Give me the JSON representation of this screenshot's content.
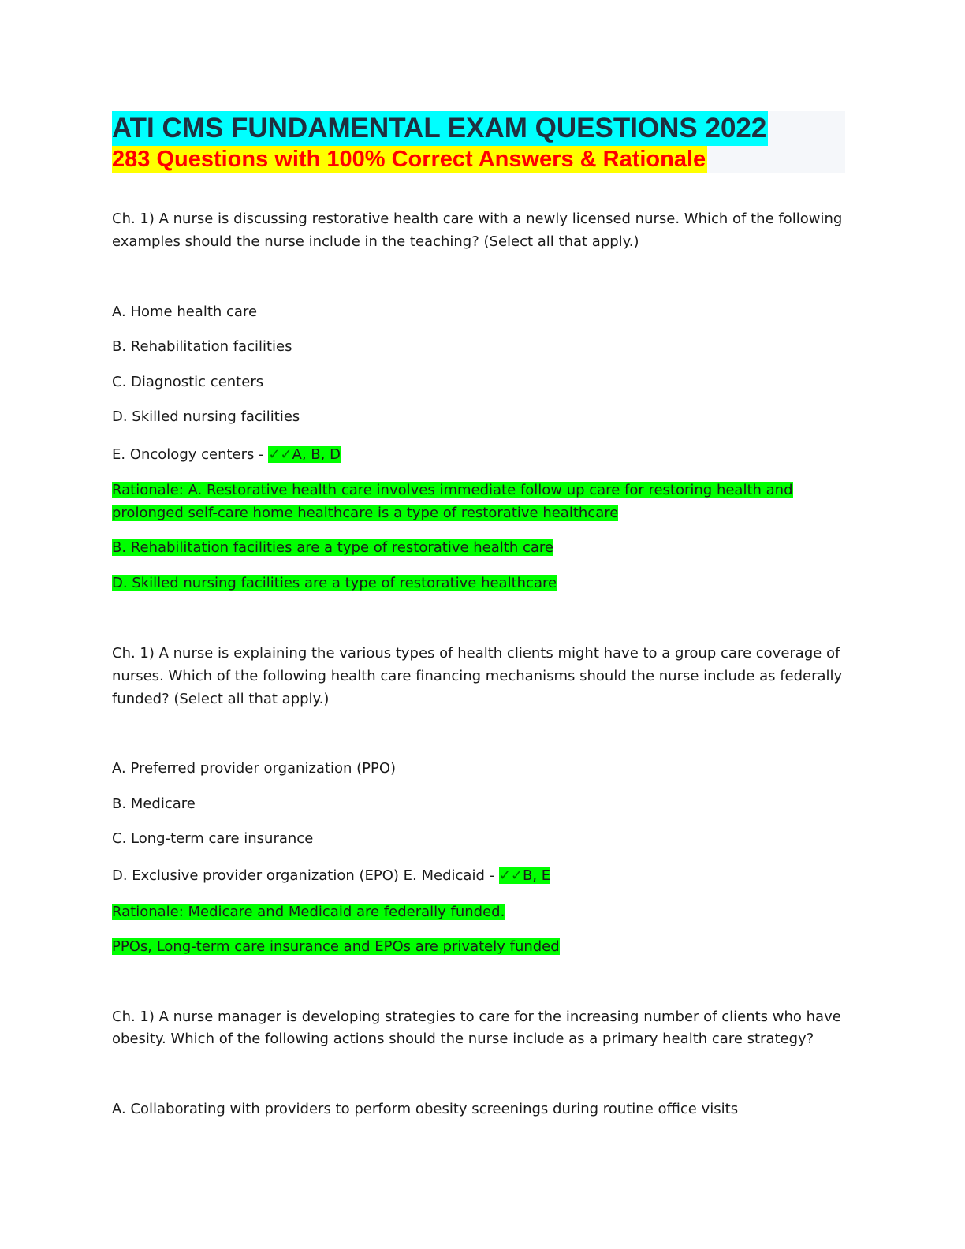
{
  "header": {
    "title": "ATI CMS FUNDAMENTAL EXAM QUESTIONS 2022",
    "subtitle": "283 Questions with 100% Correct Answers & Rationale"
  },
  "questions": [
    {
      "stem": [
        "Ch. 1) A nurse is discussing restorative health care with a newly licensed nurse. Which of the following",
        "examples should the nurse include in the teaching? (Select all that apply.)"
      ],
      "options": [
        "A. Home health care",
        "B. Rehabilitation facilities",
        "C. Diagnostic centers",
        "D. Skilled nursing facilities"
      ],
      "last_option": "E. Oncology centers - ",
      "answer_mark": "✓✓",
      "answer": "A, B, D",
      "rationale": [
        "Rationale: A. Restorative health care involves immediate follow up care for restoring health and",
        "prolonged self-care home healthcare is a type of restorative healthcare",
        "B. Rehabilitation facilities are a type of restorative health care",
        "D. Skilled nursing facilities are a type of restorative healthcare"
      ]
    },
    {
      "stem": [
        "Ch. 1) A nurse is explaining the various types of health clients might have to a group care coverage of",
        "nurses. Which of the following health care financing mechanisms should the nurse include as federally",
        "funded? (Select all that apply.)"
      ],
      "options": [
        "A. Preferred provider organization (PPO)",
        "B. Medicare",
        "C. Long-term care insurance"
      ],
      "last_option": "D. Exclusive provider organization (EPO) E. Medicaid - ",
      "answer_mark": "✓✓",
      "answer": "B, E",
      "rationale": [
        "Rationale: Medicare and Medicaid are federally funded.",
        "PPOs, Long-term care insurance and EPOs are privately funded"
      ]
    },
    {
      "stem": [
        "Ch. 1) A nurse manager is developing strategies to care for the increasing number of clients who have",
        "obesity. Which of the following actions should the nurse include as a primary health care strategy?"
      ],
      "options": [
        "A. Collaborating with providers to perform obesity screenings during routine office visits"
      ]
    }
  ]
}
